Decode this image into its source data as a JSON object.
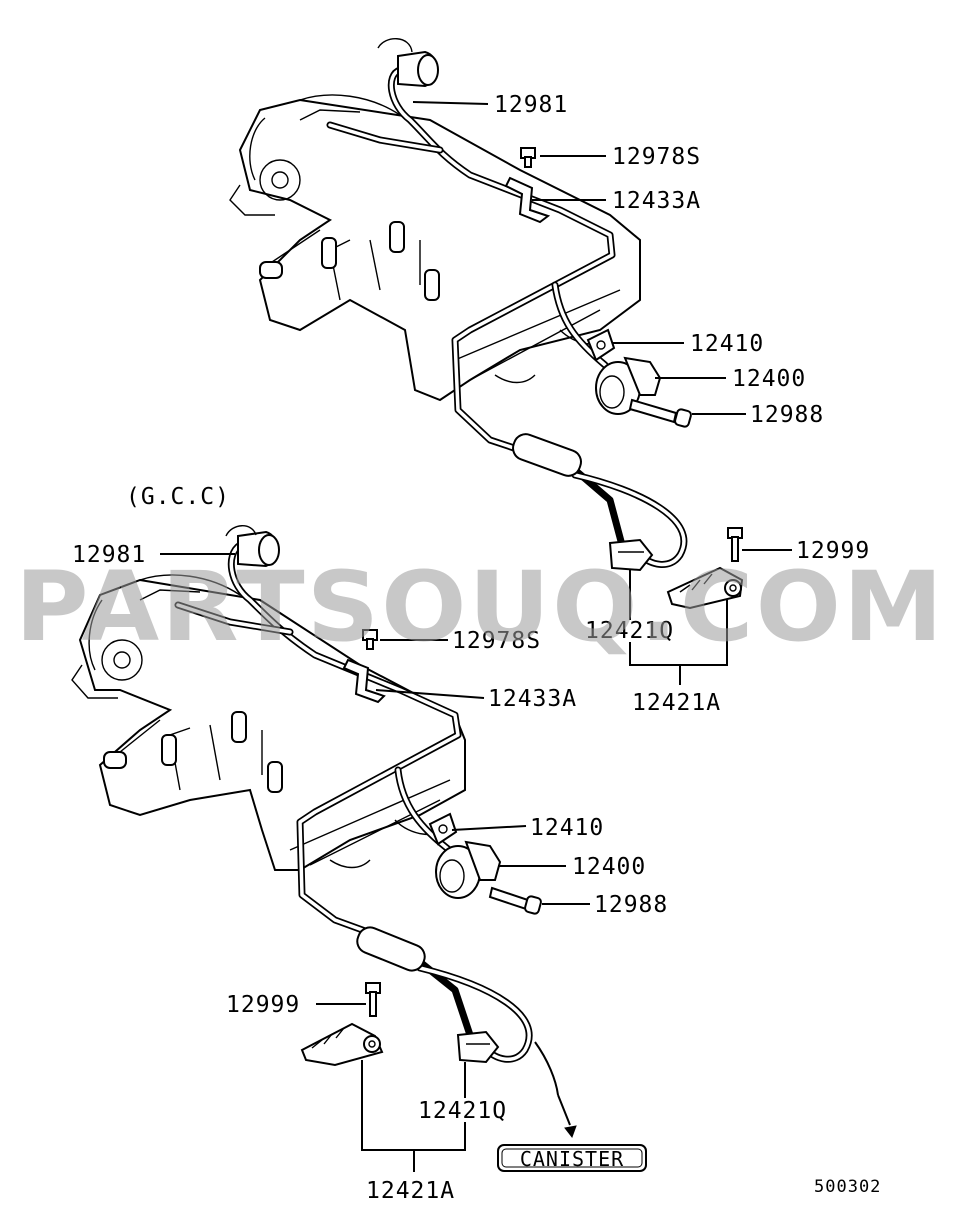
{
  "diagram": {
    "watermark": "PARTSOUQ.COM",
    "variant_label": "(G.C.C)",
    "figure_code": "500302",
    "canister_label": "CANISTER",
    "top_assembly": {
      "callouts": {
        "p12981": "12981",
        "p12978s": "12978S",
        "p12433a": "12433A",
        "p12410": "12410",
        "p12400": "12400",
        "p12988": "12988",
        "p12999": "12999",
        "p12421q": "12421Q",
        "p12421a": "12421A"
      }
    },
    "bottom_assembly": {
      "callouts": {
        "p12981": "12981",
        "p12978s": "12978S",
        "p12433a": "12433A",
        "p12410": "12410",
        "p12400": "12400",
        "p12988": "12988",
        "p12999": "12999",
        "p12421q": "12421Q",
        "p12421a": "12421A"
      }
    }
  }
}
